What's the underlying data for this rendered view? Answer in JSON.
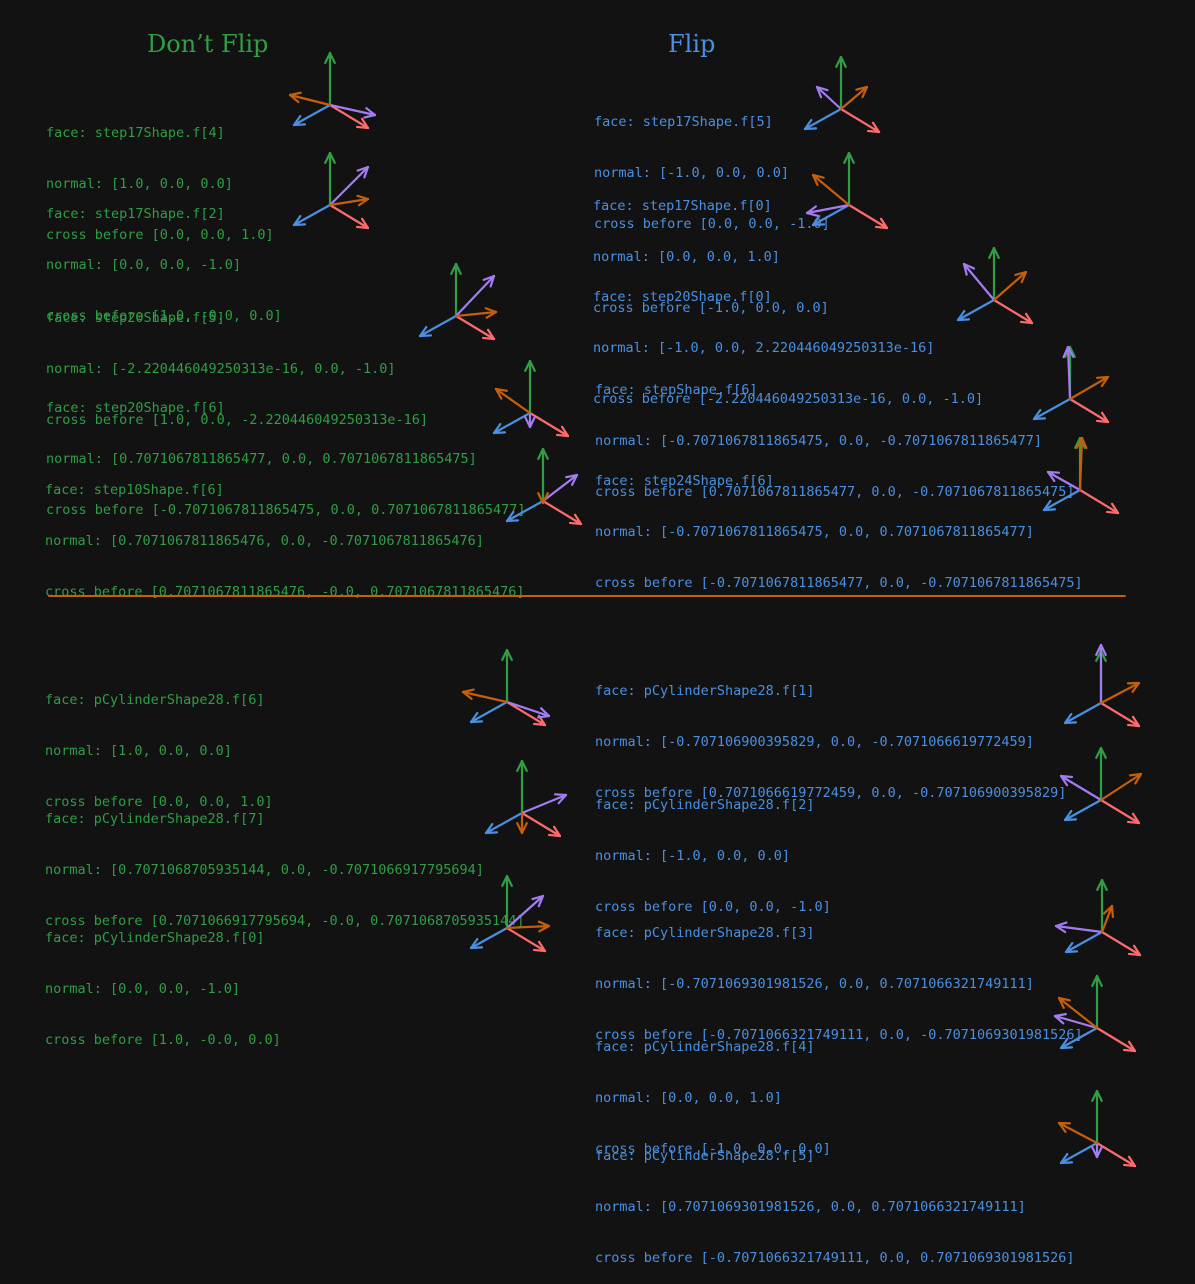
{
  "headings": {
    "dont_flip": "Don’t Flip",
    "flip": "Flip"
  },
  "colors": {
    "dont_flip_text": "#2f9e44",
    "flip_text": "#4a90e2",
    "divider": "#c65f0a",
    "axis_up": "#2f9e44",
    "axis_left": "#4a90e2",
    "axis_right": "#ff6b6b",
    "normal_arrow": "#a47cf2",
    "cross_arrow": "#c65f0a"
  },
  "dont_flip": [
    {
      "face": "face: step17Shape.f[4]",
      "normal": "normal: [1.0, 0.0, 0.0]",
      "cross": "cross before [0.0, 0.0, 1.0]"
    },
    {
      "face": "face: step17Shape.f[2]",
      "normal": "normal: [0.0, 0.0, -1.0]",
      "cross": "cross before [1.0, -0.0, 0.0]"
    },
    {
      "face": "face: step20Shape.f[5]",
      "normal": "normal: [-2.220446049250313e-16, 0.0, -1.0]",
      "cross": "cross before [1.0, 0.0, -2.220446049250313e-16]"
    },
    {
      "face": "face: step20Shape.f[6]",
      "normal": "normal: [0.7071067811865477, 0.0, 0.7071067811865475]",
      "cross": "cross before [-0.7071067811865475, 0.0, 0.7071067811865477]"
    },
    {
      "face": "face: step10Shape.f[6]",
      "normal": "normal: [0.7071067811865476, 0.0, -0.7071067811865476]",
      "cross": "cross before [0.7071067811865476, -0.0, 0.7071067811865476]"
    },
    {
      "face": "face: pCylinderShape28.f[6]",
      "normal": "normal: [1.0, 0.0, 0.0]",
      "cross": "cross before [0.0, 0.0, 1.0]"
    },
    {
      "face": "face: pCylinderShape28.f[7]",
      "normal": "normal: [0.7071068705935144, 0.0, -0.7071066917795694]",
      "cross": "cross before [0.7071066917795694, -0.0, 0.7071068705935144]"
    },
    {
      "face": "face: pCylinderShape28.f[0]",
      "normal": "normal: [0.0, 0.0, -1.0]",
      "cross": "cross before [1.0, -0.0, 0.0]"
    }
  ],
  "flip": [
    {
      "face": "face: step17Shape.f[5]",
      "normal": "normal: [-1.0, 0.0, 0.0]",
      "cross": "cross before [0.0, 0.0, -1.0]"
    },
    {
      "face": "face: step17Shape.f[0]",
      "normal": "normal: [0.0, 0.0, 1.0]",
      "cross": "cross before [-1.0, 0.0, 0.0]"
    },
    {
      "face": "face: step20Shape.f[0]",
      "normal": "normal: [-1.0, 0.0, 2.220446049250313e-16]",
      "cross": "cross before [-2.220446049250313e-16, 0.0, -1.0]"
    },
    {
      "face": "face: stepShape.f[6]",
      "normal": "normal: [-0.7071067811865475, 0.0, -0.7071067811865477]",
      "cross": "cross before [0.7071067811865477, 0.0, -0.7071067811865475]"
    },
    {
      "face": "face: step24Shape.f[6]",
      "normal": "normal: [-0.7071067811865475, 0.0, 0.7071067811865477]",
      "cross": "cross before [-0.7071067811865477, 0.0, -0.7071067811865475]"
    },
    {
      "face": "face: pCylinderShape28.f[1]",
      "normal": "normal: [-0.707106900395829, 0.0, -0.7071066619772459]",
      "cross": "cross before [0.7071066619772459, 0.0, -0.707106900395829]"
    },
    {
      "face": "face: pCylinderShape28.f[2]",
      "normal": "normal: [-1.0, 0.0, 0.0]",
      "cross": "cross before [0.0, 0.0, -1.0]"
    },
    {
      "face": "face: pCylinderShape28.f[3]",
      "normal": "normal: [-0.7071069301981526, 0.0, 0.7071066321749111]",
      "cross": "cross before [-0.7071066321749111, 0.0, -0.7071069301981526]"
    },
    {
      "face": "face: pCylinderShape28.f[4]",
      "normal": "normal: [0.0, 0.0, 1.0]",
      "cross": "cross before [-1.0, 0.0, 0.0]"
    },
    {
      "face": "face: pCylinderShape28.f[5]",
      "normal": "normal: [0.7071069301981526, 0.0, 0.7071066321749111]",
      "cross": "cross before [-0.7071066321749111, 0.0, 0.7071069301981526]"
    }
  ]
}
